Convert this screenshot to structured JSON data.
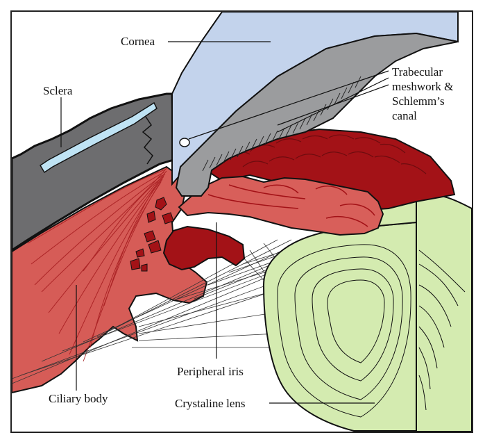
{
  "labels": {
    "cornea": "Cornea",
    "sclera": "Sclera",
    "trabecular_line1": "Trabecular",
    "trabecular_line2": "meshwork &",
    "trabecular_line3": "Schlemm’s",
    "trabecular_line4": "canal",
    "ciliary_body": "Ciliary body",
    "peripheral_iris": "Peripheral iris",
    "crystaline_lens": "Crystaline lens"
  },
  "colors": {
    "cornea": "#c3d3ec",
    "sclera": "#6d6d6f",
    "trabecular": "#9b9c9e",
    "schlemm_canal": "#bfe3f4",
    "iris_dark": "#a31217",
    "iris_light": "#d85f5a",
    "ciliary_body": "#d65c57",
    "lens": "#d4ebb0",
    "outline": "#111111"
  }
}
